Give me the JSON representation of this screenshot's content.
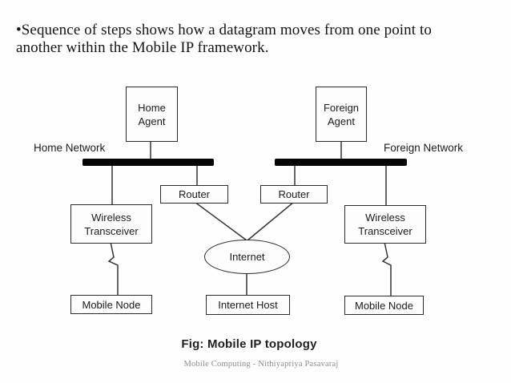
{
  "title": {
    "lines": [
      "•Sequence of steps shows how a datagram moves from one point to",
      "another within the Mobile IP framework."
    ]
  },
  "diagram": {
    "home_agent": "Home\nAgent",
    "foreign_agent": "Foreign\nAgent",
    "home_network_label": "Home Network",
    "foreign_network_label": "Foreign Network",
    "router_left": "Router",
    "router_right": "Router",
    "wireless_transceiver_left": "Wireless\nTransceiver",
    "wireless_transceiver_right": "Wireless\nTransceiver",
    "mobile_node_left": "Mobile Node",
    "mobile_node_right": "Mobile Node",
    "internet": "Internet",
    "internet_host": "Internet Host"
  },
  "caption": {
    "figure": "Fig: Mobile IP topology",
    "credit": "Mobile Computing - Nithiyapriya Pasavaraj"
  },
  "colors": {
    "wire": "#333333",
    "bus": "#060606",
    "text": "#1a1a1a",
    "credit_text": "#8d8d8d"
  }
}
